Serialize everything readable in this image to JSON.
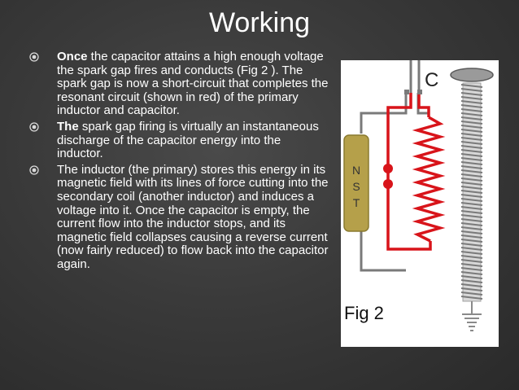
{
  "slide": {
    "title": "Working",
    "bullets": [
      {
        "lead": "Once",
        "text": " the capacitor attains a high enough voltage the spark gap fires and conducts (Fig 2 ). The spark gap is now a short-circuit that completes the resonant circuit (shown in red) of the primary inductor and capacitor."
      },
      {
        "lead": "The",
        "text": " spark gap firing is virtually an instantaneous discharge of the capacitor energy into the inductor."
      },
      {
        "lead": "",
        "text": "The inductor (the primary) stores this energy in its magnetic field with its lines of force cutting into the secondary coil (another inductor) and induces a voltage into it. Once the capacitor is empty, the current flow into the inductor stops, and its magnetic field collapses causing a reverse current (now fairly reduced) to flow back into the capacitor again."
      }
    ]
  },
  "figure": {
    "caption": "Fig 2",
    "capacitor_label": "C",
    "transformer_letters": [
      "N",
      "S",
      "T"
    ]
  },
  "colors": {
    "background": "#3a3a3a",
    "text": "#ffffff",
    "bullet_icon": "#d9d9d9",
    "circuit_red": "#d8141a",
    "wire_gray": "#7a7a7a",
    "nst_body": "#b5a04a"
  }
}
